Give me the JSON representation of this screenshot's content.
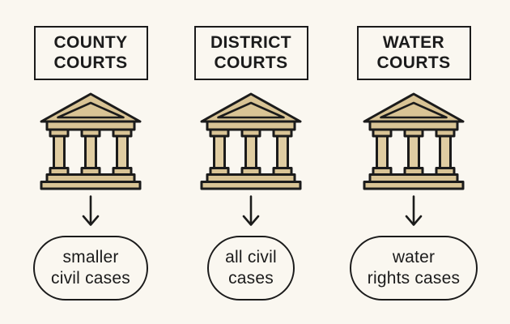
{
  "theme": {
    "bg": "#faf7f0",
    "ink": "#1b1b1b",
    "tan": "#d9c495",
    "tan_light": "#e0cda2"
  },
  "connector_icon": "down-arrow-icon",
  "columns": [
    {
      "id": "county-courts",
      "label": "COUNTY\nCOURTS",
      "icon": "courthouse-icon",
      "result": "smaller\ncivil cases"
    },
    {
      "id": "district-courts",
      "label": "DISTRICT\nCOURTS",
      "icon": "courthouse-icon",
      "result": "all civil\ncases"
    },
    {
      "id": "water-courts",
      "label": "WATER\nCOURTS",
      "icon": "courthouse-icon",
      "result": "water\nrights cases"
    }
  ]
}
